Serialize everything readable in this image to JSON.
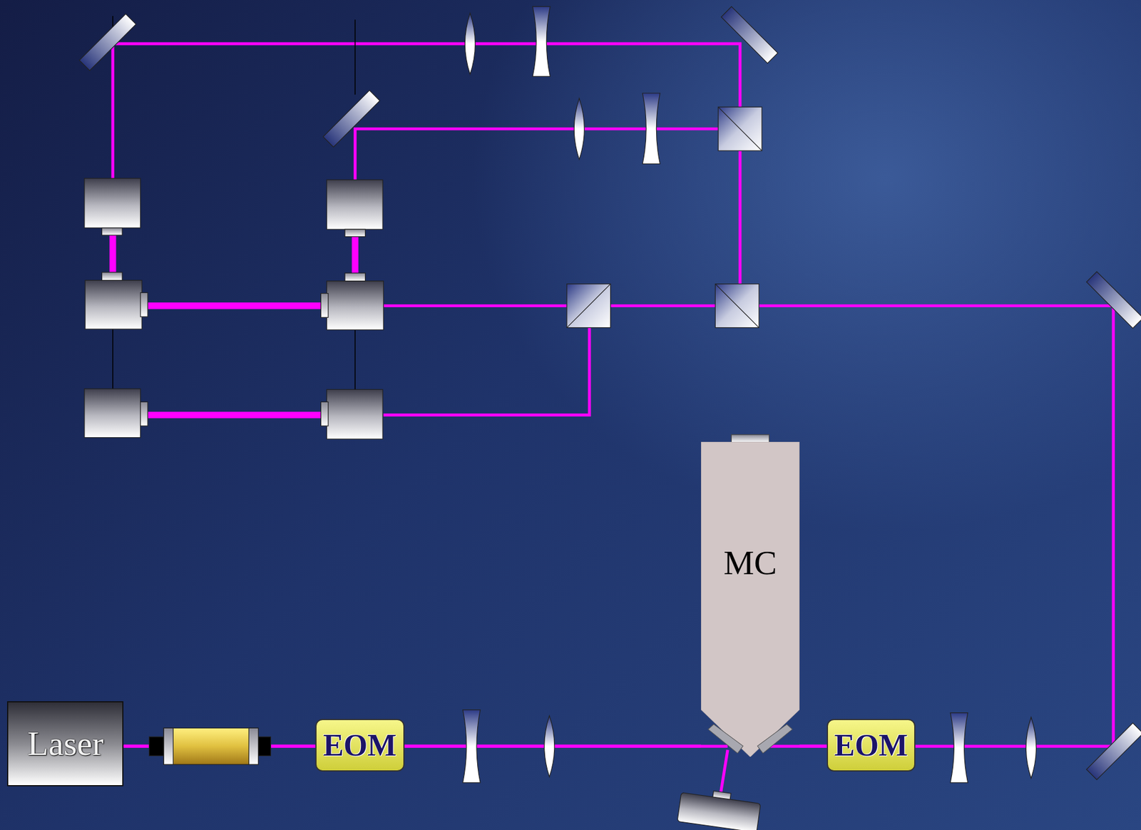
{
  "diagram": {
    "nodes": [
      {
        "text": [
          "MC"
        ]
      },
      {
        "text": [
          "Laser"
        ]
      },
      {
        "text": [
          "EOM"
        ]
      },
      {
        "text": [
          "EOM"
        ]
      }
    ],
    "edges": [
      {
        "from": 1,
        "to": 2,
        "arrow": "none"
      },
      {
        "from": 2,
        "to": 0,
        "arrow": "none"
      },
      {
        "from": 0,
        "to": 3,
        "arrow": "none"
      }
    ]
  }
}
